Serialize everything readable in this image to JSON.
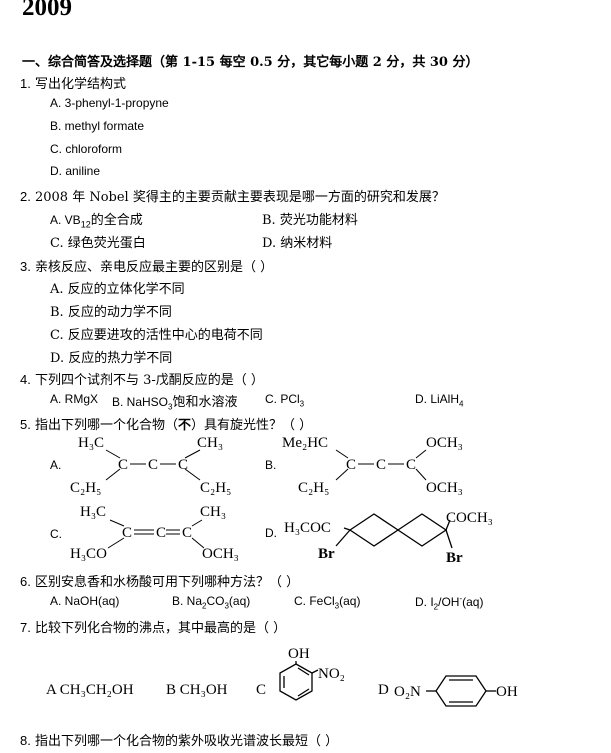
{
  "header": {
    "year": "2009"
  },
  "section": {
    "title": "一、综合简答及选择题（第 1-15 每空 0.5 分，其它每小题 2 分，共 30 分）"
  },
  "q1": {
    "num": "1.",
    "text": "写出化学结构式",
    "a": "A. 3-phenyl-1-propyne",
    "b": "B. methyl formate",
    "c": "C. chloroform",
    "d": "D. aniline"
  },
  "q2": {
    "num": "2.",
    "text": "2008 年 Nobel 奖得主的主要贡献主要表现是哪一方面的研究和发展？",
    "a_pre": "A. VB",
    "a_sub": "12",
    "a_post": "的全合成",
    "b": "B.  荧光功能材料",
    "c": "C.  绿色荧光蛋白",
    "d": "D.  纳米材料"
  },
  "q3": {
    "num": "3.",
    "text": "亲核反应、亲电反应最主要的区别是（      ）",
    "a": "A.  反应的立体化学不同",
    "b": "B.  反应的动力学不同",
    "c": "C.  反应要进攻的活性中心的电荷不同",
    "d": "D.  反应的热力学不同"
  },
  "q4": {
    "num": "4.",
    "text": "下列四个试剂不与 3-戊酮反应的是（      ）",
    "a": "A. RMgX",
    "b_pre": "B. NaHSO",
    "b_sub": "3",
    "b_post": "饱和水溶液",
    "c_pre": "C. PCl",
    "c_sub": "3",
    "d_pre": "D. LiAlH",
    "d_sub": "4"
  },
  "q5": {
    "num": "5.",
    "text_pre": "指出下列哪一个化合物（",
    "text_bold": "不",
    "text_post": "）具有旋光性？（      ）",
    "a": "A.",
    "b": "B.",
    "c": "C.",
    "d": "D.",
    "labels": {
      "h3c": "H₃C",
      "ch3": "CH₃",
      "c2h5": "C₂H₅",
      "me2hc": "Me₂HC",
      "och3": "OCH₃",
      "h3co": "H₃CO",
      "c": "C",
      "h3coc": "H₃COC",
      "coch3": "COCH₃",
      "br": "Br"
    }
  },
  "q6": {
    "num": "6.",
    "text": "区别安息香和水杨酸可用下列哪种方法？（      ）",
    "a": "A. NaOH(aq)",
    "b_pre": "B. Na",
    "b_sub1": "2",
    "b_mid": "CO",
    "b_sub2": "3",
    "b_post": "(aq)",
    "c_pre": "C. FeCl",
    "c_sub": "3",
    "c_post": "(aq)",
    "d_pre": "D. I",
    "d_sub": "2",
    "d_mid": "/OH",
    "d_sup": "-",
    "d_post": "(aq)"
  },
  "q7": {
    "num": "7.",
    "text": "比较下列化合物的沸点，其中最高的是（      ）",
    "a": "A CH₃CH₂OH",
    "b": "B CH₃OH",
    "c": "C",
    "d": "D",
    "oh": "OH",
    "no2": "NO₂",
    "o2n": "O₂N"
  },
  "q8": {
    "num": "8.",
    "text": "指出下列哪一个化合物的紫外吸收光谱波长最短（      ）"
  }
}
